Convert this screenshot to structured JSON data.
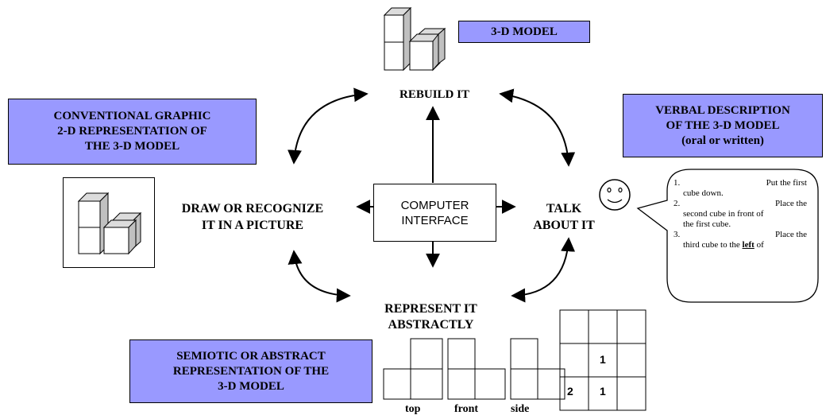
{
  "center": {
    "line1": "COMPUTER",
    "line2": "INTERFACE"
  },
  "nodes": {
    "rebuild": "REBUILD IT",
    "draw_line1": "DRAW OR RECOGNIZE",
    "draw_line2": "IT IN A PICTURE",
    "talk_line1": "TALK",
    "talk_line2": "ABOUT IT",
    "represent_line1": "REPRESENT IT",
    "represent_line2": "ABSTRACTLY"
  },
  "callouts": {
    "model_3d": "3-D MODEL",
    "graphic_line1": "CONVENTIONAL GRAPHIC",
    "graphic_line2": "2-D REPRESENTATION OF",
    "graphic_line3": "THE 3-D MODEL",
    "verbal_line1": "VERBAL DESCRIPTION",
    "verbal_line2": "OF THE 3-D MODEL",
    "verbal_line3": "(oral or written)",
    "semiotic_line1": "SEMIOTIC OR ABSTRACT",
    "semiotic_line2": "REPRESENTATION OF THE",
    "semiotic_line3": "3-D MODEL"
  },
  "speech_bubble": {
    "items": [
      {
        "num": "1.",
        "line1": "Put the first",
        "line2": "cube down."
      },
      {
        "num": "2.",
        "line1": "Place the",
        "line2": "second cube in front of",
        "line3": "the first cube."
      },
      {
        "num": "3.",
        "line1": "Place the",
        "line2_pre": "third cube to the ",
        "line2_emph": "left",
        "line2_post": " of"
      }
    ]
  },
  "views": {
    "top": "top",
    "front": "front",
    "side": "side"
  },
  "height_grid": {
    "cell_middle": "1",
    "cell_bottom_left": "2",
    "cell_bottom_middle": "1"
  },
  "icons": [
    "cube-stack-icon",
    "smiley-face-icon"
  ],
  "colors": {
    "callout_fill": "#9999ff",
    "cube_face_light": "#ffffff",
    "cube_face_side": "#c0c0c0",
    "cube_face_top": "#dcdcdc"
  }
}
